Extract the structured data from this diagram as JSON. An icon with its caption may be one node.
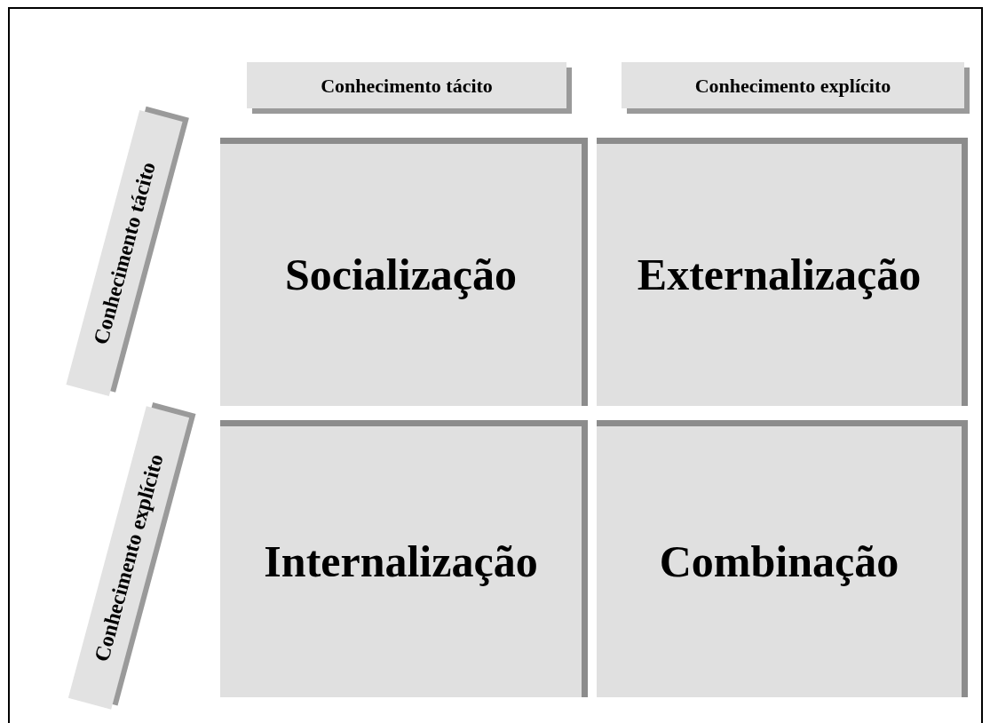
{
  "diagram": {
    "nodes": [
      {
        "text": [
          "Conhecimento tácito"
        ]
      },
      {
        "text": [
          "Conhecimento explícito"
        ]
      },
      {
        "text": [
          "Conhecimento tácito"
        ]
      },
      {
        "text": [
          "Conhecimento explícito"
        ]
      },
      {
        "text": [
          "Socialização"
        ]
      },
      {
        "text": [
          "Externalização"
        ]
      },
      {
        "text": [
          "Internalização"
        ]
      },
      {
        "text": [
          "Combinação"
        ]
      }
    ]
  }
}
